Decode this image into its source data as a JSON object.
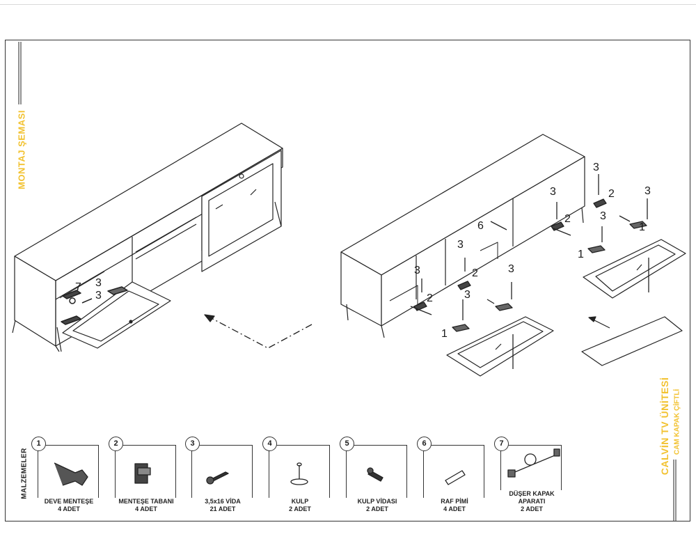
{
  "titles": {
    "left_vertical": "MONTAJ ŞEMASI",
    "right_vertical": "CALVİN TV ÜNİTESİ",
    "right_sub": "CAM KAPAK ÇİFTLİ",
    "materials": "MALZEMELER"
  },
  "callouts": {
    "p1": "1",
    "p2": "2",
    "p3": "3",
    "p6": "6",
    "p7": "7"
  },
  "parts": [
    {
      "num": "1",
      "name": "DEVE MENTEŞE",
      "qty": "4 ADET",
      "icon": "hinge-icon"
    },
    {
      "num": "2",
      "name": "MENTEŞE TABANI",
      "qty": "4 ADET",
      "icon": "hinge-base-icon"
    },
    {
      "num": "3",
      "name": "3,5x16 VİDA",
      "qty": "21 ADET",
      "icon": "screw-icon"
    },
    {
      "num": "4",
      "name": "KULP",
      "qty": "2 ADET",
      "icon": "knob-icon"
    },
    {
      "num": "5",
      "name": "KULP VİDASI",
      "qty": "2 ADET",
      "icon": "knob-screw-icon"
    },
    {
      "num": "6",
      "name": "RAF PİMİ",
      "qty": "4 ADET",
      "icon": "shelf-pin-icon"
    },
    {
      "num": "7",
      "name": "DÜŞER KAPAK APARATI",
      "qty": "2 ADET",
      "icon": "drop-lid-stay-icon"
    }
  ],
  "colors": {
    "accent": "#f2c230",
    "line": "#222222"
  }
}
